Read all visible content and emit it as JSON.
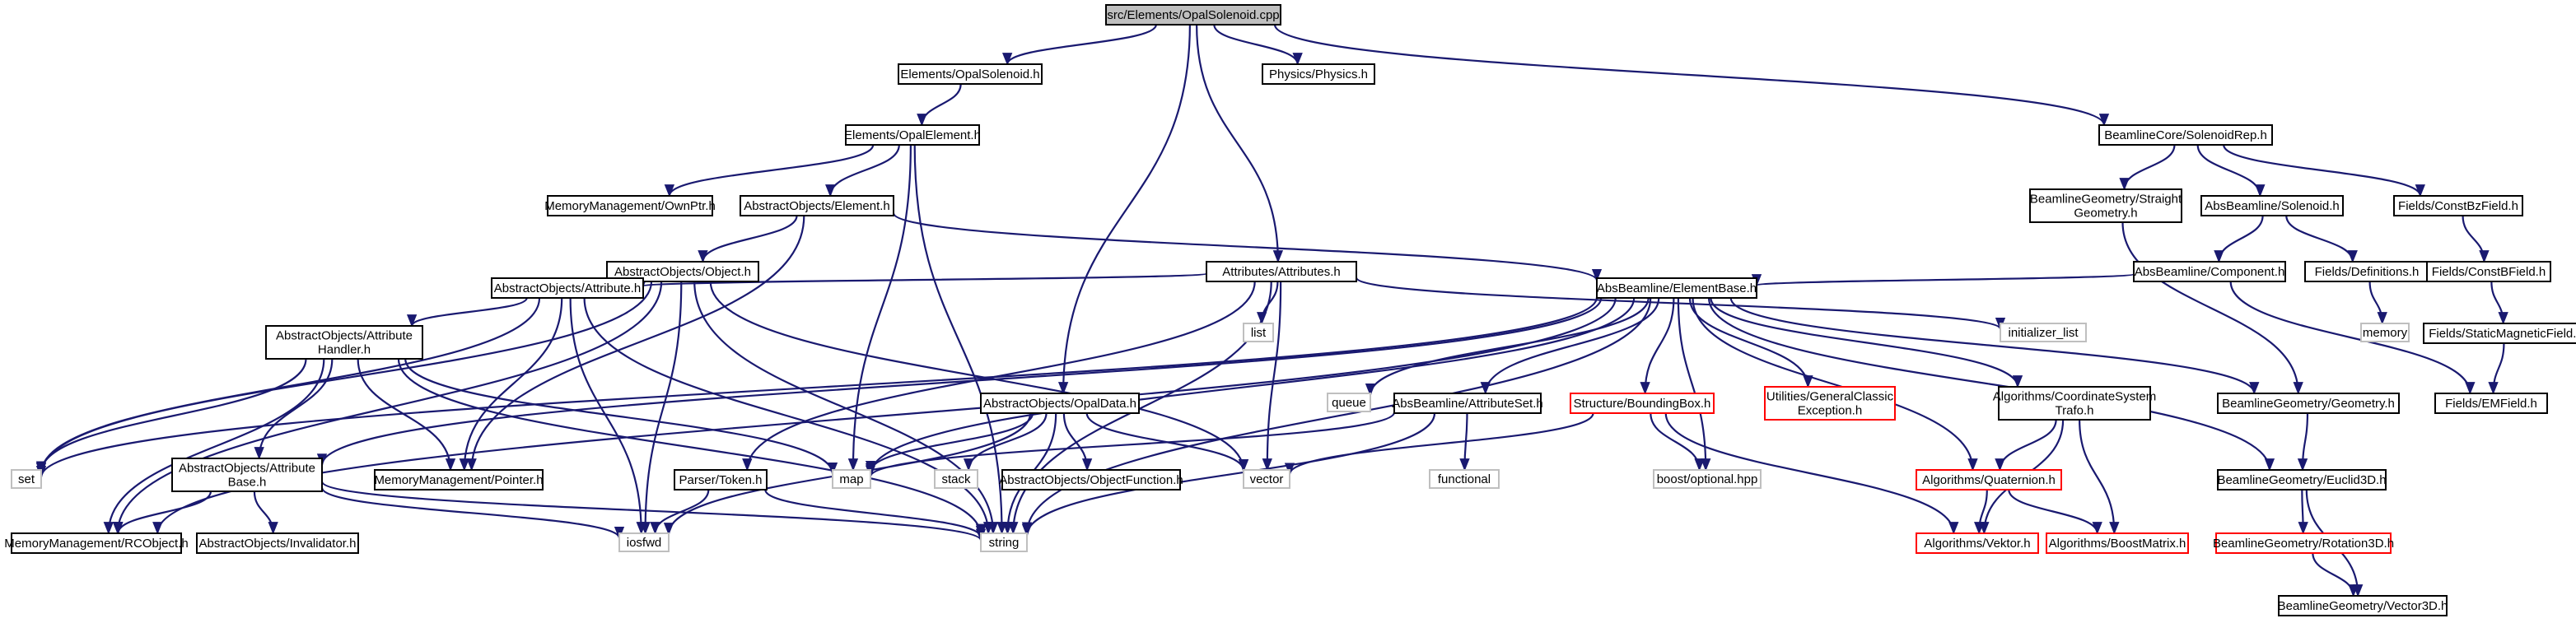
{
  "colors": {
    "edge": "#191970",
    "normal_border": "#000000",
    "root_fill": "#bfbfbf",
    "missing_border": "#bfbfbf",
    "missing_text": "#6e6e6e",
    "incomplete_border": "#ff0000"
  },
  "nodes": [
    {
      "id": "root",
      "lines": [
        "src/Elements/OpalSolenoid.cpp"
      ],
      "kind": "root"
    },
    {
      "id": "n_opalsolenoid_h",
      "lines": [
        "Elements/OpalSolenoid.h"
      ],
      "kind": "normal"
    },
    {
      "id": "n_physics",
      "lines": [
        "Physics/Physics.h"
      ],
      "kind": "normal"
    },
    {
      "id": "n_opalelement",
      "lines": [
        "Elements/OpalElement.h"
      ],
      "kind": "normal"
    },
    {
      "id": "n_solenoidrep",
      "lines": [
        "BeamlineCore/SolenoidRep.h"
      ],
      "kind": "normal"
    },
    {
      "id": "n_ownptr",
      "lines": [
        "MemoryManagement/OwnPtr.h"
      ],
      "kind": "normal"
    },
    {
      "id": "n_element",
      "lines": [
        "AbstractObjects/Element.h"
      ],
      "kind": "normal"
    },
    {
      "id": "n_straight",
      "lines": [
        "BeamlineGeometry/Straight",
        "Geometry.h"
      ],
      "kind": "normal"
    },
    {
      "id": "n_abssolenoid",
      "lines": [
        "AbsBeamline/Solenoid.h"
      ],
      "kind": "normal"
    },
    {
      "id": "n_constbzfield",
      "lines": [
        "Fields/ConstBzField.h"
      ],
      "kind": "normal"
    },
    {
      "id": "n_object",
      "lines": [
        "AbstractObjects/Object.h"
      ],
      "kind": "normal"
    },
    {
      "id": "n_attributes",
      "lines": [
        "Attributes/Attributes.h"
      ],
      "kind": "normal"
    },
    {
      "id": "n_component",
      "lines": [
        "AbsBeamline/Component.h"
      ],
      "kind": "normal"
    },
    {
      "id": "n_definitions",
      "lines": [
        "Fields/Definitions.h"
      ],
      "kind": "normal"
    },
    {
      "id": "n_constbfield",
      "lines": [
        "Fields/ConstBField.h"
      ],
      "kind": "normal"
    },
    {
      "id": "n_list",
      "lines": [
        "list"
      ],
      "kind": "missing"
    },
    {
      "id": "n_initlist",
      "lines": [
        "initializer_list"
      ],
      "kind": "missing"
    },
    {
      "id": "n_memory",
      "lines": [
        "memory"
      ],
      "kind": "missing"
    },
    {
      "id": "n_staticmag",
      "lines": [
        "Fields/StaticMagneticField.h"
      ],
      "kind": "normal"
    },
    {
      "id": "n_attribute",
      "lines": [
        "AbstractObjects/Attribute.h"
      ],
      "kind": "normal"
    },
    {
      "id": "n_elementbase",
      "lines": [
        "AbsBeamline/ElementBase.h"
      ],
      "kind": "normal"
    },
    {
      "id": "n_attrhandler",
      "lines": [
        "AbstractObjects/Attribute",
        "Handler.h"
      ],
      "kind": "normal"
    },
    {
      "id": "n_opaldata",
      "lines": [
        "AbstractObjects/OpalData.h"
      ],
      "kind": "normal"
    },
    {
      "id": "n_queue",
      "lines": [
        "queue"
      ],
      "kind": "missing"
    },
    {
      "id": "n_attrset",
      "lines": [
        "AbsBeamline/AttributeSet.h"
      ],
      "kind": "normal"
    },
    {
      "id": "n_bbox",
      "lines": [
        "Structure/BoundingBox.h"
      ],
      "kind": "incomplete"
    },
    {
      "id": "n_genexc",
      "lines": [
        "Utilities/GeneralClassic",
        "Exception.h"
      ],
      "kind": "incomplete"
    },
    {
      "id": "n_coordsys",
      "lines": [
        "Algorithms/CoordinateSystem",
        "Trafo.h"
      ],
      "kind": "normal"
    },
    {
      "id": "n_geometry",
      "lines": [
        "BeamlineGeometry/Geometry.h"
      ],
      "kind": "normal"
    },
    {
      "id": "n_emfield",
      "lines": [
        "Fields/EMField.h"
      ],
      "kind": "normal"
    },
    {
      "id": "n_set",
      "lines": [
        "set"
      ],
      "kind": "missing"
    },
    {
      "id": "n_attrbase",
      "lines": [
        "AbstractObjects/Attribute",
        "Base.h"
      ],
      "kind": "normal"
    },
    {
      "id": "n_pointer",
      "lines": [
        "MemoryManagement/Pointer.h"
      ],
      "kind": "normal"
    },
    {
      "id": "n_map",
      "lines": [
        "map"
      ],
      "kind": "missing"
    },
    {
      "id": "n_stack",
      "lines": [
        "stack"
      ],
      "kind": "missing"
    },
    {
      "id": "n_objfunc",
      "lines": [
        "AbstractObjects/ObjectFunction.h"
      ],
      "kind": "normal"
    },
    {
      "id": "n_vector",
      "lines": [
        "vector"
      ],
      "kind": "missing"
    },
    {
      "id": "n_parser",
      "lines": [
        "Parser/Token.h"
      ],
      "kind": "normal"
    },
    {
      "id": "n_functional",
      "lines": [
        "functional"
      ],
      "kind": "missing"
    },
    {
      "id": "n_optional",
      "lines": [
        "boost/optional.hpp"
      ],
      "kind": "missing"
    },
    {
      "id": "n_quaternion",
      "lines": [
        "Algorithms/Quaternion.h"
      ],
      "kind": "incomplete"
    },
    {
      "id": "n_euclid",
      "lines": [
        "BeamlineGeometry/Euclid3D.h"
      ],
      "kind": "normal"
    },
    {
      "id": "n_rcobject",
      "lines": [
        "MemoryManagement/RCObject.h"
      ],
      "kind": "normal"
    },
    {
      "id": "n_invalidator",
      "lines": [
        "AbstractObjects/Invalidator.h"
      ],
      "kind": "normal"
    },
    {
      "id": "n_iosfwd",
      "lines": [
        "iosfwd"
      ],
      "kind": "missing"
    },
    {
      "id": "n_string",
      "lines": [
        "string"
      ],
      "kind": "missing"
    },
    {
      "id": "n_vektor",
      "lines": [
        "Algorithms/Vektor.h"
      ],
      "kind": "incomplete"
    },
    {
      "id": "n_boostmatrix",
      "lines": [
        "Algorithms/BoostMatrix.h"
      ],
      "kind": "incomplete"
    },
    {
      "id": "n_rotation",
      "lines": [
        "BeamlineGeometry/Rotation3D.h"
      ],
      "kind": "incomplete"
    },
    {
      "id": "n_vector3d",
      "lines": [
        "BeamlineGeometry/Vector3D.h"
      ],
      "kind": "normal"
    }
  ],
  "edges": [
    [
      "root",
      "n_opalsolenoid_h"
    ],
    [
      "root",
      "n_physics"
    ],
    [
      "root",
      "n_solenoidrep"
    ],
    [
      "root",
      "n_attributes"
    ],
    [
      "root",
      "n_opaldata"
    ],
    [
      "n_opalsolenoid_h",
      "n_opalelement"
    ],
    [
      "n_opalelement",
      "n_ownptr"
    ],
    [
      "n_opalelement",
      "n_element"
    ],
    [
      "n_opalelement",
      "n_map"
    ],
    [
      "n_opalelement",
      "n_string"
    ],
    [
      "n_element",
      "n_object"
    ],
    [
      "n_element",
      "n_elementbase"
    ],
    [
      "n_element",
      "n_pointer"
    ],
    [
      "n_object",
      "n_attribute"
    ],
    [
      "n_object",
      "n_set"
    ],
    [
      "n_object",
      "n_rcobject"
    ],
    [
      "n_object",
      "n_iosfwd"
    ],
    [
      "n_object",
      "n_string"
    ],
    [
      "n_object",
      "n_vector"
    ],
    [
      "n_attributes",
      "n_list"
    ],
    [
      "n_attributes",
      "n_initlist"
    ],
    [
      "n_attributes",
      "n_attribute"
    ],
    [
      "n_attributes",
      "n_parser"
    ],
    [
      "n_attributes",
      "n_vector"
    ],
    [
      "n_attributes",
      "n_string"
    ],
    [
      "n_attribute",
      "n_attrhandler"
    ],
    [
      "n_attribute",
      "n_set"
    ],
    [
      "n_attribute",
      "n_pointer"
    ],
    [
      "n_attribute",
      "n_iosfwd"
    ],
    [
      "n_attribute",
      "n_string"
    ],
    [
      "n_attrhandler",
      "n_attrbase"
    ],
    [
      "n_attrhandler",
      "n_rcobject"
    ],
    [
      "n_attrhandler",
      "n_pointer"
    ],
    [
      "n_attrhandler",
      "n_set"
    ],
    [
      "n_attrhandler",
      "n_map"
    ],
    [
      "n_attrhandler",
      "n_string"
    ],
    [
      "n_attrbase",
      "n_rcobject"
    ],
    [
      "n_attrbase",
      "n_invalidator"
    ],
    [
      "n_attrbase",
      "n_iosfwd"
    ],
    [
      "n_attrbase",
      "n_string"
    ],
    [
      "n_opaldata",
      "n_map"
    ],
    [
      "n_opaldata",
      "n_stack"
    ],
    [
      "n_opaldata",
      "n_objfunc"
    ],
    [
      "n_opaldata",
      "n_vector"
    ],
    [
      "n_opaldata",
      "n_string"
    ],
    [
      "n_opaldata",
      "n_iosfwd"
    ],
    [
      "n_parser",
      "n_iosfwd"
    ],
    [
      "n_parser",
      "n_string"
    ],
    [
      "n_solenoidrep",
      "n_straight"
    ],
    [
      "n_solenoidrep",
      "n_abssolenoid"
    ],
    [
      "n_solenoidrep",
      "n_constbzfield"
    ],
    [
      "n_straight",
      "n_geometry"
    ],
    [
      "n_abssolenoid",
      "n_component"
    ],
    [
      "n_abssolenoid",
      "n_definitions"
    ],
    [
      "n_component",
      "n_elementbase"
    ],
    [
      "n_component",
      "n_emfield"
    ],
    [
      "n_definitions",
      "n_memory"
    ],
    [
      "n_constbzfield",
      "n_constbfield"
    ],
    [
      "n_constbfield",
      "n_staticmag"
    ],
    [
      "n_staticmag",
      "n_emfield"
    ],
    [
      "n_elementbase",
      "n_queue"
    ],
    [
      "n_elementbase",
      "n_attrset"
    ],
    [
      "n_elementbase",
      "n_bbox"
    ],
    [
      "n_elementbase",
      "n_genexc"
    ],
    [
      "n_elementbase",
      "n_coordsys"
    ],
    [
      "n_elementbase",
      "n_geometry"
    ],
    [
      "n_elementbase",
      "n_euclid"
    ],
    [
      "n_elementbase",
      "n_optional"
    ],
    [
      "n_elementbase",
      "n_quaternion"
    ],
    [
      "n_elementbase",
      "n_map"
    ],
    [
      "n_elementbase",
      "n_string"
    ],
    [
      "n_elementbase",
      "n_rcobject"
    ],
    [
      "n_elementbase",
      "n_attrbase"
    ],
    [
      "n_elementbase",
      "n_set"
    ],
    [
      "n_attrset",
      "n_map"
    ],
    [
      "n_attrset",
      "n_functional"
    ],
    [
      "n_attrset",
      "n_string"
    ],
    [
      "n_bbox",
      "n_vector"
    ],
    [
      "n_bbox",
      "n_optional"
    ],
    [
      "n_bbox",
      "n_vektor"
    ],
    [
      "n_coordsys",
      "n_quaternion"
    ],
    [
      "n_coordsys",
      "n_vektor"
    ],
    [
      "n_coordsys",
      "n_boostmatrix"
    ],
    [
      "n_quaternion",
      "n_vektor"
    ],
    [
      "n_quaternion",
      "n_boostmatrix"
    ],
    [
      "n_geometry",
      "n_euclid"
    ],
    [
      "n_euclid",
      "n_rotation"
    ],
    [
      "n_euclid",
      "n_vector3d"
    ],
    [
      "n_rotation",
      "n_vector3d"
    ]
  ]
}
